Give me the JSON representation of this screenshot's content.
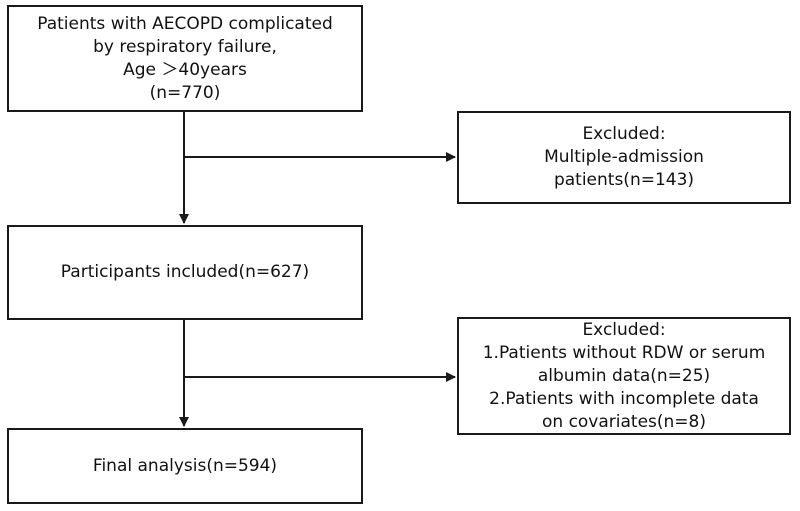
{
  "flowchart": {
    "box1": {
      "lines": [
        "Patients with AECOPD complicated",
        "by respiratory failure,",
        "Age ＞40years",
        "(n=770)"
      ]
    },
    "exclude1": {
      "lines": [
        "Excluded:",
        "Multiple-admission",
        "patients(n=143)"
      ]
    },
    "box2": {
      "lines": [
        "Participants included(n=627)"
      ]
    },
    "exclude2": {
      "lines": [
        "Excluded:",
        "1.Patients without RDW or serum",
        "albumin data(n=25)",
        "2.Patients with incomplete data",
        "on covariates(n=8)"
      ]
    },
    "box3": {
      "lines": [
        "Final analysis(n=594)"
      ]
    }
  }
}
